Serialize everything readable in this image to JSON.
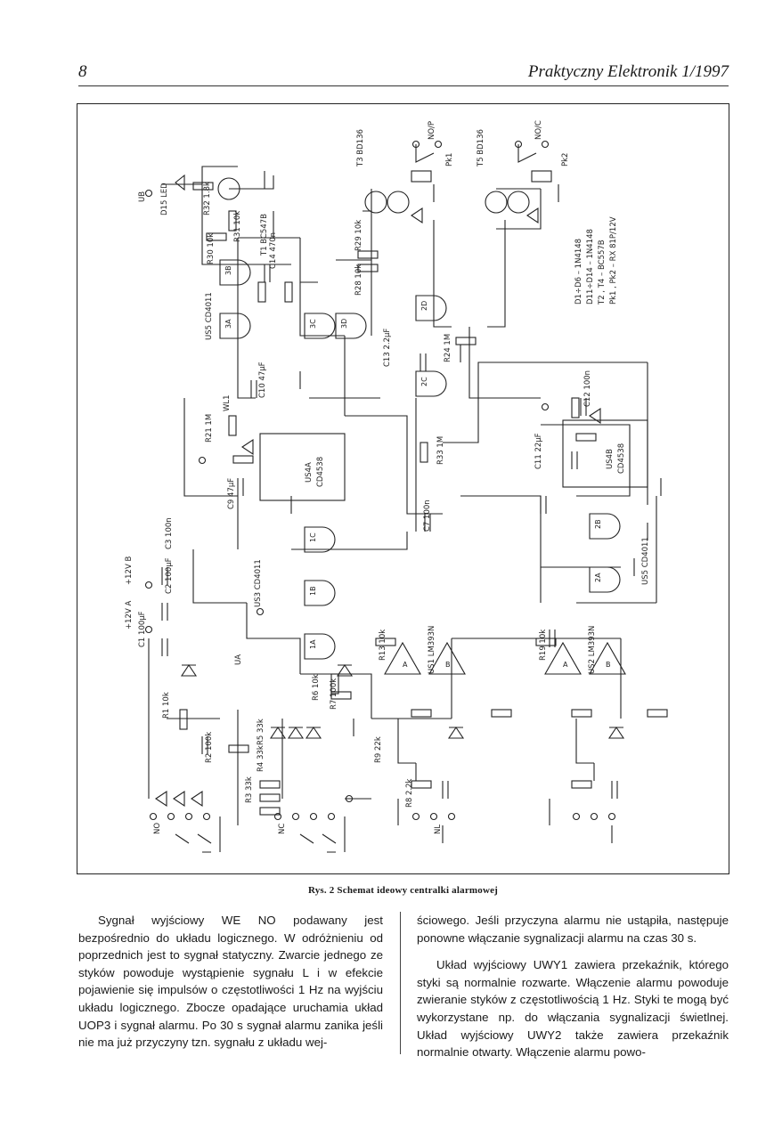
{
  "header": {
    "page_number": "8",
    "journal": "Praktyczny Elektronik 1/1997"
  },
  "figure": {
    "caption": "Rys. 2 Schemat ideowy centralki alarmowej",
    "labels": {
      "us5": "US5 CD4011",
      "us4a": "US4A",
      "us4a_type": "CD4538",
      "us4b": "US4B",
      "us4b_type": "CD4538",
      "us3": "US3 CD4011",
      "us1": "US1 LM393N",
      "us2": "US2 LM393N",
      "us5b": "US5 CD4011",
      "legend1": "D1÷D6 – 1N4148",
      "legend2": "D11÷D14 – 1N4148",
      "legend3": "T2 , T4 – BC557B",
      "legend4": "Pk1 , Pk2 – RX 81P/12V",
      "t1": "T1 BC547B",
      "t3": "T3 BD136",
      "t5": "T5 BD136",
      "d15": "D15 LED",
      "pk1": "Pk1",
      "pk2": "Pk2",
      "nop": "NO/P",
      "noc": "NO/C",
      "no": "NO",
      "nc": "NC",
      "nl": "NL",
      "plus12a": "+12V A",
      "plus12b": "+12V B",
      "ua": "UA",
      "ub": "UB",
      "wl1": "WL1",
      "c1": "C1 100µF",
      "c2": "C2 100µF",
      "c3": "C3 100n",
      "c7": "C7 100n",
      "c9": "C9 47µF",
      "c10": "C10 47µF",
      "c11": "C11 22µF",
      "c12": "C12 100n",
      "c13": "C13 2.2µF",
      "c14": "C14 470n",
      "r21": "R21 1M",
      "r24": "R24 1M",
      "r33": "R33 1M",
      "r29": "R29 10k",
      "r28": "R28 10k",
      "r30": "R30 10k",
      "r31": "R31 10k",
      "r32": "R32 1.8k",
      "r1": "R1 10k",
      "r2": "R2 100k",
      "r3": "R3 33k",
      "r4": "R4 33k",
      "r5": "R5 33k",
      "r6": "R6 10k",
      "r7": "R7 100k",
      "r8": "R8 2.2k",
      "r9": "R9 22k",
      "r13": "R13 10k",
      "r19": "R19 10k",
      "g1a": "1A",
      "g1b": "1B",
      "g1c": "1C",
      "g2a": "2A",
      "g2b": "2B",
      "g2c": "2C",
      "g2d": "2D",
      "g3a": "3A",
      "g3b": "3B",
      "g3c": "3C",
      "g3d": "3D",
      "opA": "A",
      "opB": "B"
    }
  },
  "body": {
    "left": [
      "Sygnał wyjściowy WE NO podawany jest bezpośrednio do układu logicznego. W odróżnieniu od poprzednich jest to sygnał statyczny. Zwarcie jednego ze styków powoduje wystąpienie sygnału L i w efekcie pojawienie się impulsów o częstotliwości 1 Hz na wyjściu układu logicznego. Zbocze opadające uruchamia układ UOP3 i sygnał alarmu. Po 30 s sygnał alarmu zanika jeśli nie ma już przyczyny tzn. sygnału z układu wej-"
    ],
    "right": [
      "ściowego. Jeśli przyczyna alarmu nie ustąpiła, następuje ponowne włączanie sygnalizacji alarmu na czas 30 s.",
      "Układ wyjściowy UWY1 zawiera przekaźnik, którego styki są normalnie rozwarte. Włączenie alarmu powoduje zwieranie styków z częstotliwością 1 Hz. Styki te mogą być wykorzystane np. do włączania sygnalizacji świetlnej. Układ wyjściowy UWY2 także zawiera przekaźnik normalnie otwarty. Włączenie alarmu powo-"
    ]
  }
}
